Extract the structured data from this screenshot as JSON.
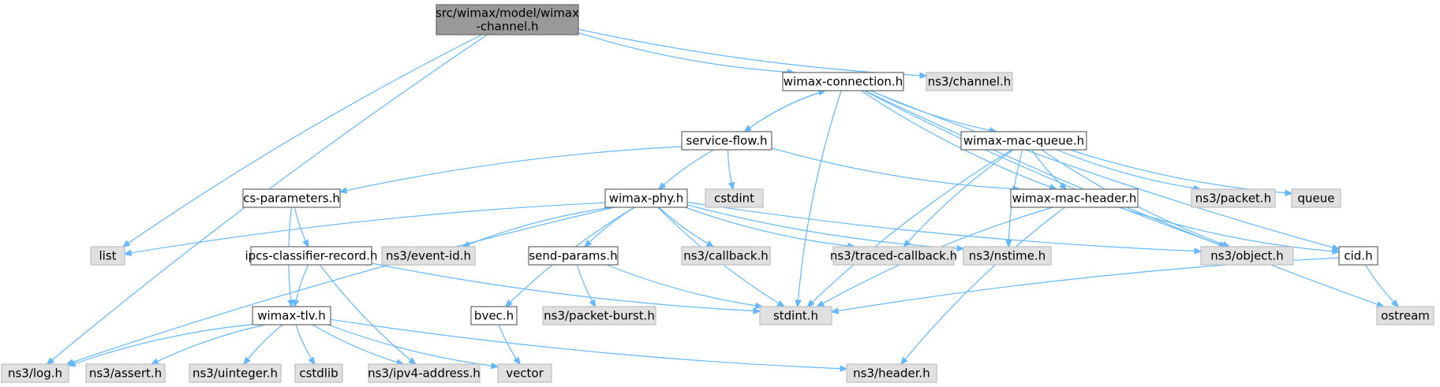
{
  "colors": {
    "root_fill": "#999999",
    "root_border": "#666666",
    "local_fill": "#ffffff",
    "local_border": "#666666",
    "external_fill": "#e0e0e0",
    "external_border": "#bfbfbf",
    "edge": "#63b8ff"
  },
  "nodes": [
    {
      "id": "root",
      "lines": [
        "src/wimax/model/wimax",
        "-channel.h"
      ],
      "kind": "root"
    },
    {
      "id": "wimax-connection",
      "lines": [
        "wimax-connection.h"
      ],
      "kind": "local"
    },
    {
      "id": "ns3-channel",
      "lines": [
        "ns3/channel.h"
      ],
      "kind": "external"
    },
    {
      "id": "service-flow",
      "lines": [
        "service-flow.h"
      ],
      "kind": "local"
    },
    {
      "id": "wimax-mac-queue",
      "lines": [
        "wimax-mac-queue.h"
      ],
      "kind": "local"
    },
    {
      "id": "cs-parameters",
      "lines": [
        "cs-parameters.h"
      ],
      "kind": "local"
    },
    {
      "id": "wimax-phy",
      "lines": [
        "wimax-phy.h"
      ],
      "kind": "local"
    },
    {
      "id": "cstdint",
      "lines": [
        "cstdint"
      ],
      "kind": "external"
    },
    {
      "id": "wimax-mac-header",
      "lines": [
        "wimax-mac-header.h"
      ],
      "kind": "local"
    },
    {
      "id": "ns3-packet",
      "lines": [
        "ns3/packet.h"
      ],
      "kind": "external"
    },
    {
      "id": "queue",
      "lines": [
        "queue"
      ],
      "kind": "external"
    },
    {
      "id": "list",
      "lines": [
        "list"
      ],
      "kind": "external"
    },
    {
      "id": "ipcs-classifier-record",
      "lines": [
        "ipcs-classifier-record.h"
      ],
      "kind": "local"
    },
    {
      "id": "ns3-event-id",
      "lines": [
        "ns3/event-id.h"
      ],
      "kind": "external"
    },
    {
      "id": "send-params",
      "lines": [
        "send-params.h"
      ],
      "kind": "local"
    },
    {
      "id": "ns3-callback",
      "lines": [
        "ns3/callback.h"
      ],
      "kind": "external"
    },
    {
      "id": "ns3-traced-callback",
      "lines": [
        "ns3/traced-callback.h"
      ],
      "kind": "external"
    },
    {
      "id": "ns3-nstime",
      "lines": [
        "ns3/nstime.h"
      ],
      "kind": "external"
    },
    {
      "id": "ns3-object",
      "lines": [
        "ns3/object.h"
      ],
      "kind": "external"
    },
    {
      "id": "cid",
      "lines": [
        "cid.h"
      ],
      "kind": "local"
    },
    {
      "id": "wimax-tlv",
      "lines": [
        "wimax-tlv.h"
      ],
      "kind": "local"
    },
    {
      "id": "bvec",
      "lines": [
        "bvec.h"
      ],
      "kind": "local"
    },
    {
      "id": "ns3-packet-burst",
      "lines": [
        "ns3/packet-burst.h"
      ],
      "kind": "external"
    },
    {
      "id": "stdint",
      "lines": [
        "stdint.h"
      ],
      "kind": "external"
    },
    {
      "id": "ostream",
      "lines": [
        "ostream"
      ],
      "kind": "external"
    },
    {
      "id": "ns3-log",
      "lines": [
        "ns3/log.h"
      ],
      "kind": "external"
    },
    {
      "id": "ns3-assert",
      "lines": [
        "ns3/assert.h"
      ],
      "kind": "external"
    },
    {
      "id": "ns3-uinteger",
      "lines": [
        "ns3/uinteger.h"
      ],
      "kind": "external"
    },
    {
      "id": "cstdlib",
      "lines": [
        "cstdlib"
      ],
      "kind": "external"
    },
    {
      "id": "ns3-ipv4-address",
      "lines": [
        "ns3/ipv4-address.h"
      ],
      "kind": "external"
    },
    {
      "id": "vector",
      "lines": [
        "vector"
      ],
      "kind": "external"
    },
    {
      "id": "ns3-header",
      "lines": [
        "ns3/header.h"
      ],
      "kind": "external"
    }
  ],
  "edges": [
    [
      "root",
      "ns3-log"
    ],
    [
      "root",
      "list"
    ],
    [
      "root",
      "wimax-connection"
    ],
    [
      "root",
      "ns3-channel"
    ],
    [
      "wimax-connection",
      "service-flow"
    ],
    [
      "service-flow",
      "wimax-connection"
    ],
    [
      "wimax-connection",
      "wimax-mac-queue"
    ],
    [
      "wimax-connection",
      "wimax-mac-header"
    ],
    [
      "wimax-connection",
      "stdint"
    ],
    [
      "wimax-connection",
      "ns3-object"
    ],
    [
      "wimax-connection",
      "cid"
    ],
    [
      "wimax-connection",
      "ostream"
    ],
    [
      "service-flow",
      "cs-parameters"
    ],
    [
      "service-flow",
      "wimax-phy"
    ],
    [
      "service-flow",
      "cstdint"
    ],
    [
      "service-flow",
      "wimax-mac-header"
    ],
    [
      "wimax-mac-queue",
      "wimax-mac-header"
    ],
    [
      "wimax-mac-queue",
      "ns3-packet"
    ],
    [
      "wimax-mac-queue",
      "queue"
    ],
    [
      "wimax-mac-queue",
      "ns3-object"
    ],
    [
      "wimax-mac-queue",
      "ns3-traced-callback"
    ],
    [
      "wimax-mac-queue",
      "ns3-nstime"
    ],
    [
      "wimax-mac-queue",
      "stdint"
    ],
    [
      "cs-parameters",
      "ipcs-classifier-record"
    ],
    [
      "cs-parameters",
      "wimax-tlv"
    ],
    [
      "wimax-phy",
      "list"
    ],
    [
      "wimax-phy",
      "ns3-log"
    ],
    [
      "wimax-phy",
      "ns3-event-id"
    ],
    [
      "wimax-phy",
      "send-params"
    ],
    [
      "wimax-phy",
      "ns3-callback"
    ],
    [
      "wimax-phy",
      "ns3-traced-callback"
    ],
    [
      "wimax-phy",
      "ns3-nstime"
    ],
    [
      "wimax-phy",
      "ns3-object"
    ],
    [
      "wimax-phy",
      "bvec"
    ],
    [
      "wimax-phy",
      "stdint"
    ],
    [
      "wimax-mac-header",
      "cid"
    ],
    [
      "wimax-mac-header",
      "stdint"
    ],
    [
      "wimax-mac-header",
      "ns3-header"
    ],
    [
      "ipcs-classifier-record",
      "wimax-tlv"
    ],
    [
      "ipcs-classifier-record",
      "ns3-ipv4-address"
    ],
    [
      "ipcs-classifier-record",
      "stdint"
    ],
    [
      "send-params",
      "ns3-packet-burst"
    ],
    [
      "send-params",
      "stdint"
    ],
    [
      "cid",
      "stdint"
    ],
    [
      "cid",
      "ostream"
    ],
    [
      "bvec",
      "vector"
    ],
    [
      "wimax-tlv",
      "ns3-log"
    ],
    [
      "wimax-tlv",
      "ns3-assert"
    ],
    [
      "wimax-tlv",
      "ns3-uinteger"
    ],
    [
      "wimax-tlv",
      "cstdlib"
    ],
    [
      "wimax-tlv",
      "ns3-ipv4-address"
    ],
    [
      "wimax-tlv",
      "vector"
    ],
    [
      "wimax-tlv",
      "ns3-header"
    ]
  ]
}
